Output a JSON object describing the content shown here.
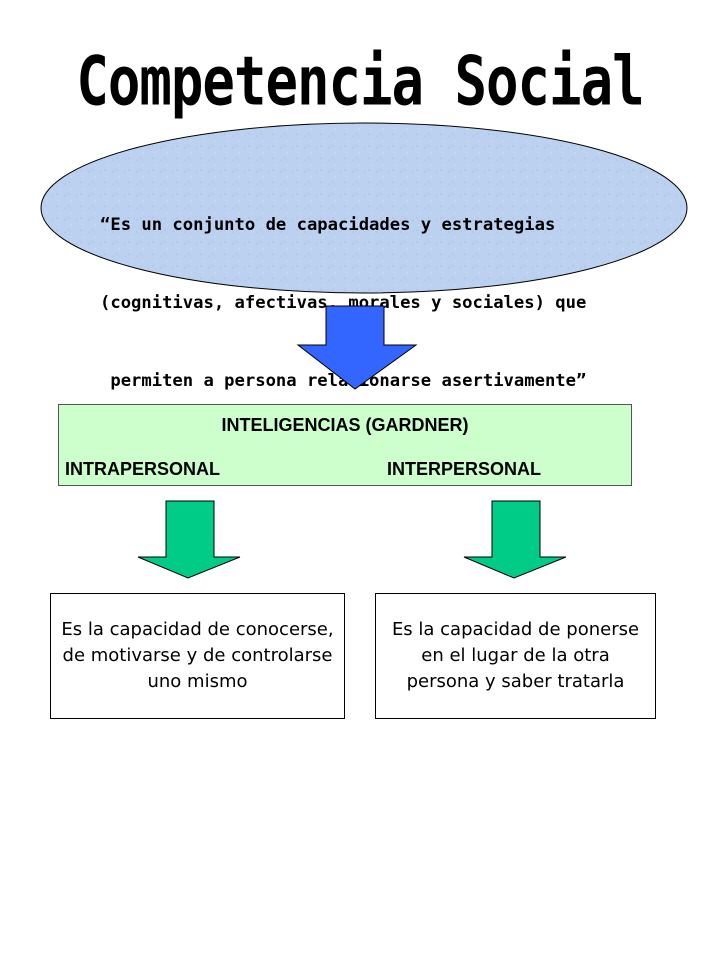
{
  "title": "Competencia Social",
  "definition": {
    "lines": [
      "“Es un conjunto de capacidades y estrategias",
      "(cognitivas, afectivas, morales y sociales) que",
      " permiten a persona relacionarse asertivamente”"
    ]
  },
  "gardner": {
    "title": "INTELIGENCIAS (GARDNER)",
    "left": "INTRAPERSONAL",
    "right": "INTERPERSONAL"
  },
  "descriptions": {
    "left": "Es la capacidad de conocerse,  de motivarse y de controlarse uno mismo",
    "right": "Es la capacidad de ponerse en el lugar de la otra persona y saber tratarla"
  },
  "colors": {
    "oval_fill": "#bcd0f0",
    "blue_arrow": "#3366ff",
    "green_arrow": "#00cc88",
    "green_box": "#ccffcc"
  }
}
